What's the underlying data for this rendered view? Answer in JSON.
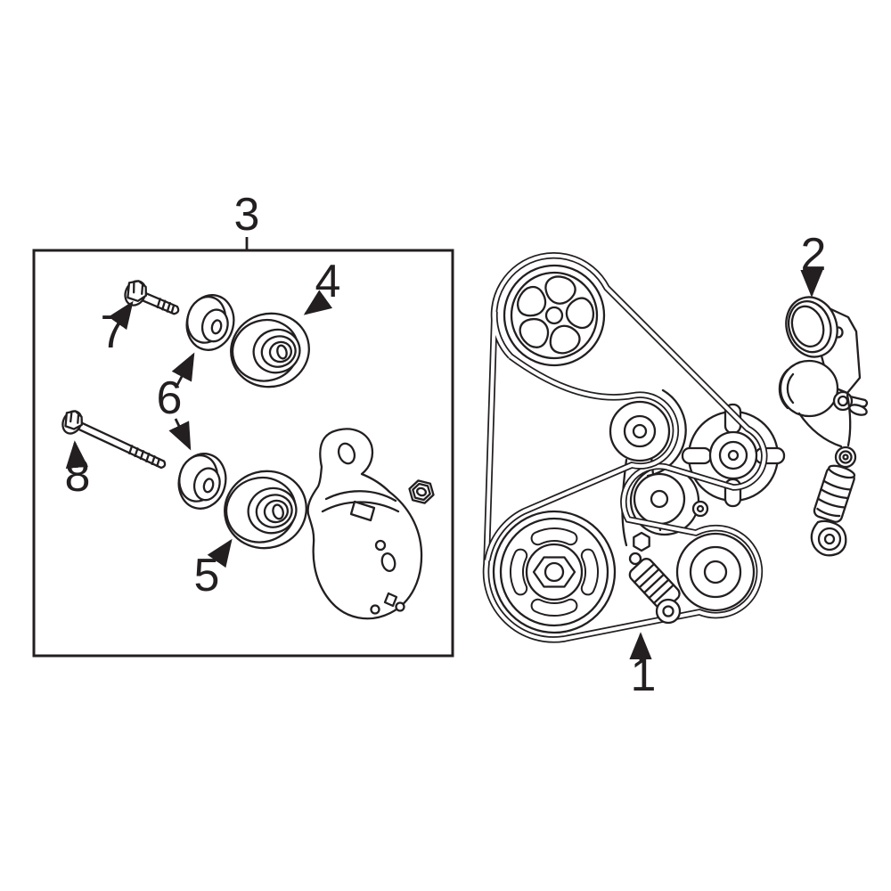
{
  "figure": {
    "background_color": "#ffffff",
    "line_color": "#231f20",
    "callouts": [
      {
        "label": "1"
      },
      {
        "label": "2"
      },
      {
        "label": "3"
      },
      {
        "label": "4"
      },
      {
        "label": "5"
      },
      {
        "label": "6"
      },
      {
        "label": "7"
      },
      {
        "label": "8"
      }
    ]
  }
}
